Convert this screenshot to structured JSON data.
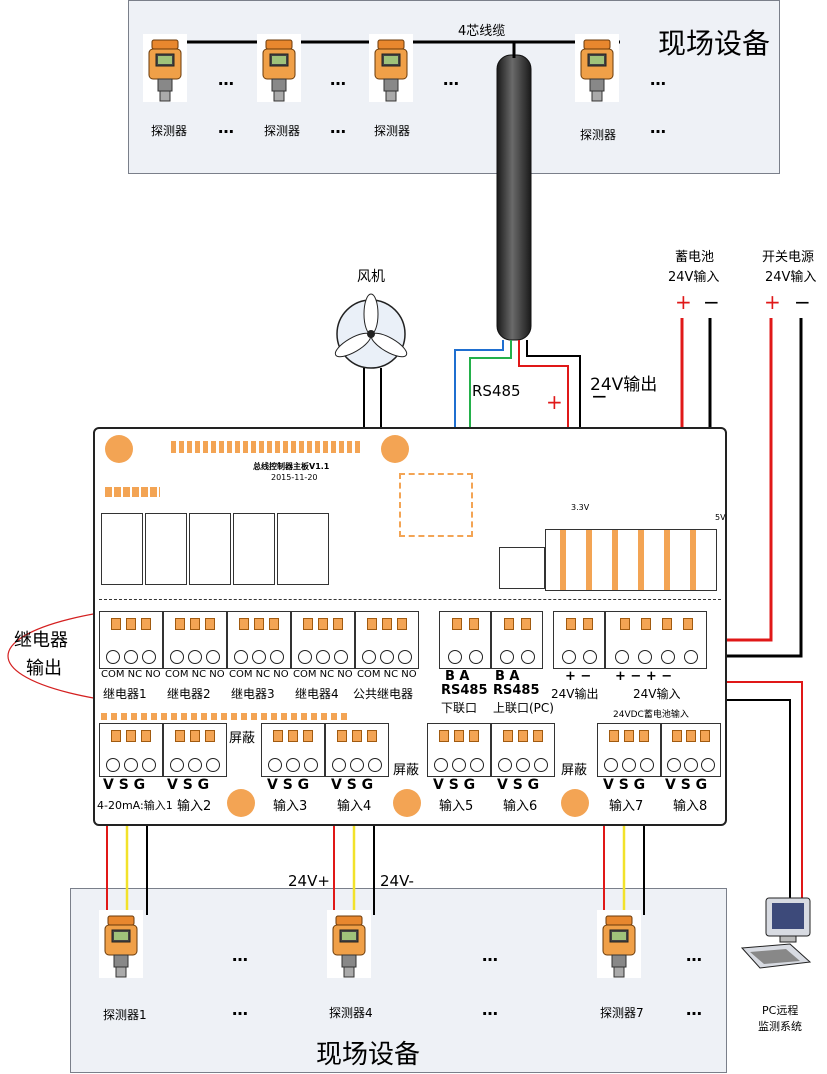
{
  "top_field": {
    "title": "现场设备",
    "cable_label": "4芯线缆",
    "detectors": [
      "探测器",
      "探测器",
      "探测器",
      "探测器"
    ],
    "ellipsis": "…"
  },
  "bottom_field": {
    "title": "现场设备",
    "detectors": [
      "探测器1",
      "探测器4",
      "探测器7"
    ],
    "wire_plus": "24V+",
    "wire_minus": "24V-",
    "ellipsis": "…"
  },
  "power": {
    "battery_label_1": "蓄电池",
    "battery_label_2": "24V输入",
    "psu_label_1": "开关电源",
    "psu_label_2": "24V输入",
    "plus": "+",
    "minus": "−"
  },
  "fan_label": "风机",
  "rs485_label": "RS485",
  "v24_out_label": "24V输出",
  "plus_sign": "+",
  "minus_sign": "−",
  "relay_output_label_1": "继电器",
  "relay_output_label_2": "输出",
  "pc_label_1": "PC远程",
  "pc_label_2": "监测系统",
  "board": {
    "title": "总线控制器主板V1.1",
    "date": "2015-11-20",
    "relay_pins": "COM NC NO",
    "relays": [
      "继电器1",
      "继电器2",
      "继电器3",
      "继电器4",
      "公共继电器"
    ],
    "rs485_down_pins": "B  A",
    "rs485_down_title": "RS485",
    "rs485_down_sub": "下联口",
    "rs485_up_pins": "B  A",
    "rs485_up_title": "RS485",
    "rs485_up_sub": "上联口(PC)",
    "out24_pins": "+  −",
    "out24_label": "24V输出",
    "in24_pins": "+  −   +  −",
    "in24_label": "24V输入",
    "batt_note": "24VDC蓄电池输入",
    "vsg": "V S G",
    "inputs": [
      "4-20mA:输入1",
      "输入2",
      "输入3",
      "输入4",
      "输入5",
      "输入6",
      "输入7",
      "输入8"
    ],
    "shield": "屏蔽",
    "v33": "3.3V",
    "v5": "5V"
  }
}
